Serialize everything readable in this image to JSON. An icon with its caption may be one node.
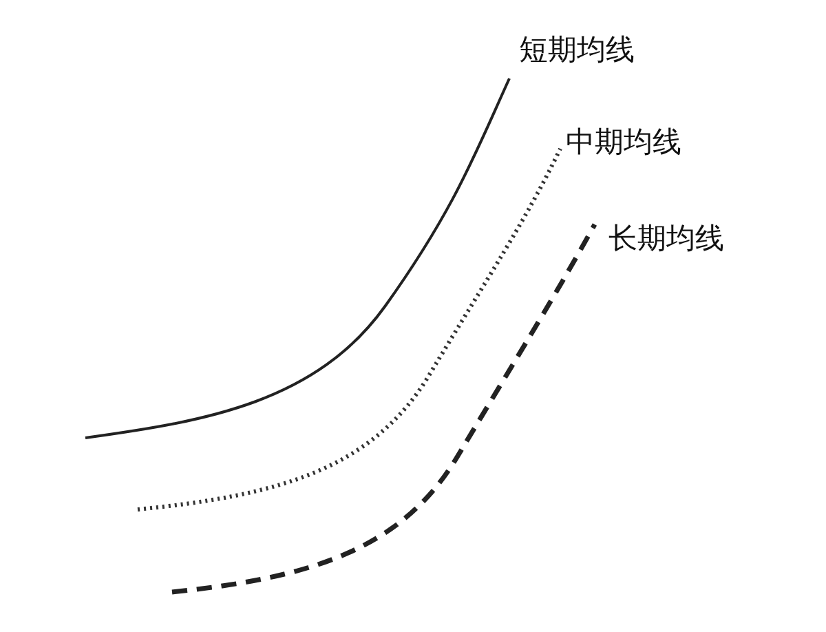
{
  "diagram": {
    "labels": [
      "短期均线",
      "中期均线",
      "长期均线"
    ]
  }
}
